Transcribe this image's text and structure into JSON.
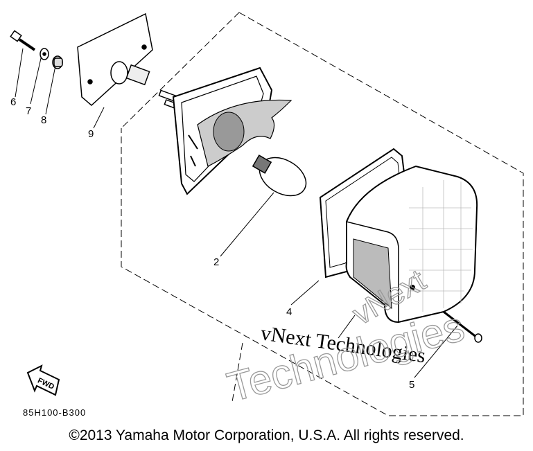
{
  "callouts": [
    {
      "id": "6",
      "label": "6"
    },
    {
      "id": "7",
      "label": "7"
    },
    {
      "id": "8",
      "label": "8"
    },
    {
      "id": "9",
      "label": "9"
    },
    {
      "id": "2",
      "label": "2"
    },
    {
      "id": "4",
      "label": "4"
    },
    {
      "id": "5",
      "label": "5"
    }
  ],
  "fwd_label": "FWD",
  "part_code": "85H100-B300",
  "watermark": {
    "line1": "vNext Technologies",
    "outline_a": "vNext",
    "outline_b": "Technologies"
  },
  "copyright": "©2013 Yamaha Motor Corporation, U.S.A. All rights reserved."
}
